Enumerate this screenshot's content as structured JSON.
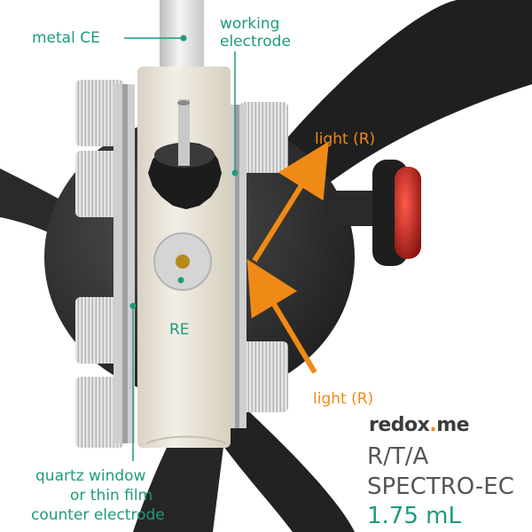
{
  "labels": {
    "metal_ce": "metal CE",
    "working_electrode_line1": "working",
    "working_electrode_line2": "electrode",
    "re": "RE",
    "light_top": "light (R)",
    "light_bottom": "light (R)",
    "quartz_line1": "quartz window",
    "quartz_line2": "or thin film",
    "quartz_line3": "counter electrode"
  },
  "brand": {
    "name_part1": "redox",
    "name_dot": ".",
    "name_part2": "me"
  },
  "product": {
    "line1": "R/T/A",
    "line2": "SPECTRO-EC",
    "volume": "1.75 mL"
  },
  "colors": {
    "label_teal": "#1e9a7e",
    "arrow_orange": "#f08a16",
    "body_cream": "#ece7dc",
    "housing_dark": "#2b2b2b",
    "knob_black": "#1c1c1c",
    "red_cap": "#c2261f",
    "text_gray": "#555555"
  },
  "icons": [
    "gear-knob-icon",
    "arrow-icon"
  ]
}
